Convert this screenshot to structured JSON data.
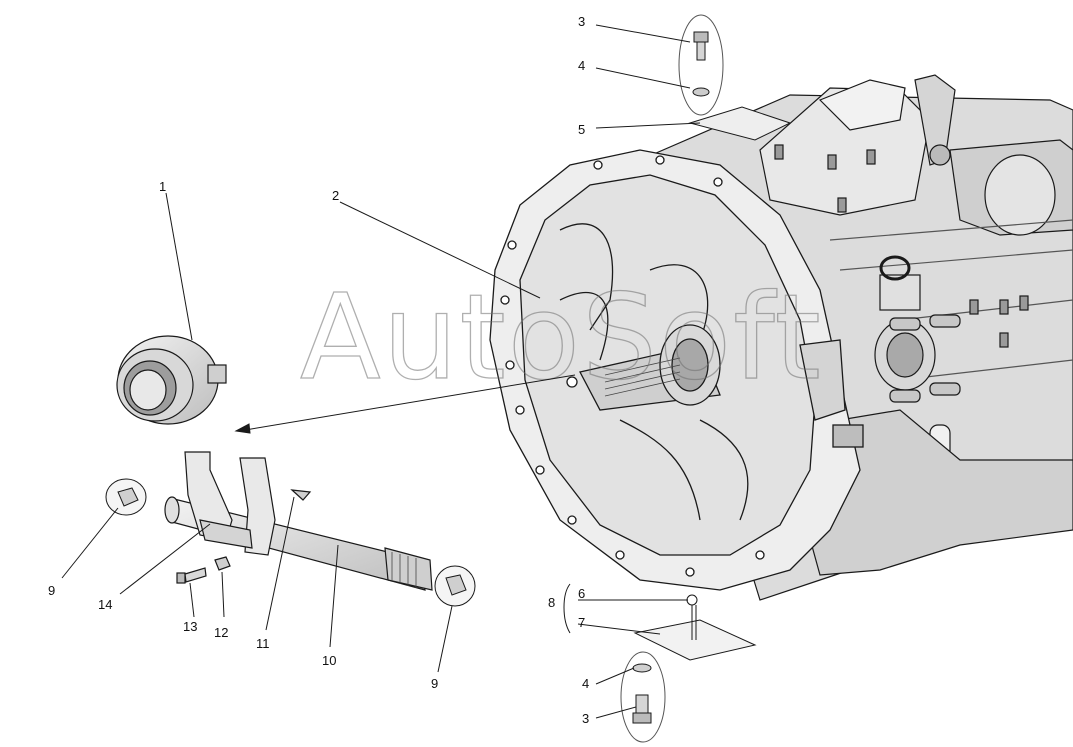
{
  "watermark": "AutoSoft",
  "callouts": {
    "c1": "1",
    "c2": "2",
    "c3_top": "3",
    "c4_top": "4",
    "c5": "5",
    "c6": "6",
    "c7": "7",
    "c8": "8",
    "c4_bottom": "4",
    "c3_bottom": "3",
    "c9_left": "9",
    "c14": "14",
    "c13": "13",
    "c12": "12",
    "c11": "11",
    "c10": "10",
    "c9_right": "9"
  }
}
